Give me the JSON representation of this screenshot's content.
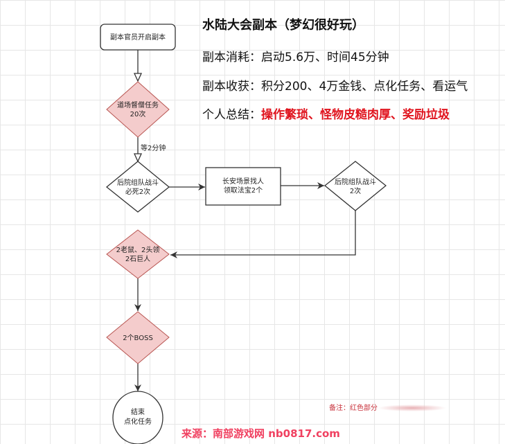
{
  "header": {
    "title": "水陆大会副本（梦幻很好玩）",
    "cost": "副本消耗：启动5.6万、时间45分钟",
    "reward": "副本收获：积分200、4万金钱、点化任务、看运气",
    "summary_label": "个人总结：",
    "summary_value": "操作繁琐、怪物皮糙肉厚、奖励垃圾"
  },
  "nodes": {
    "start": "副本官员开启副本",
    "d1_l1": "道场督僧任务",
    "d1_l2": "20次",
    "wait": "等2分钟",
    "d2_l1": "后院组队战斗",
    "d2_l2": "必死2次",
    "box_l1": "长安场景找人",
    "box_l2": "领取法宝2个",
    "d3_l1": "后院组队战斗",
    "d3_l2": "2次",
    "d4_l1": "2老鼠、2头领",
    "d4_l2": "2石巨人",
    "d5": "2个BOSS",
    "end_l1": "结束",
    "end_l2": "点化任务"
  },
  "note": "备注：红色部分",
  "watermark": "来源：南部游戏网 nb0817.com",
  "colors": {
    "pink": "#f4cccc",
    "pink_stroke": "#b85450",
    "red": "#e0141e"
  }
}
